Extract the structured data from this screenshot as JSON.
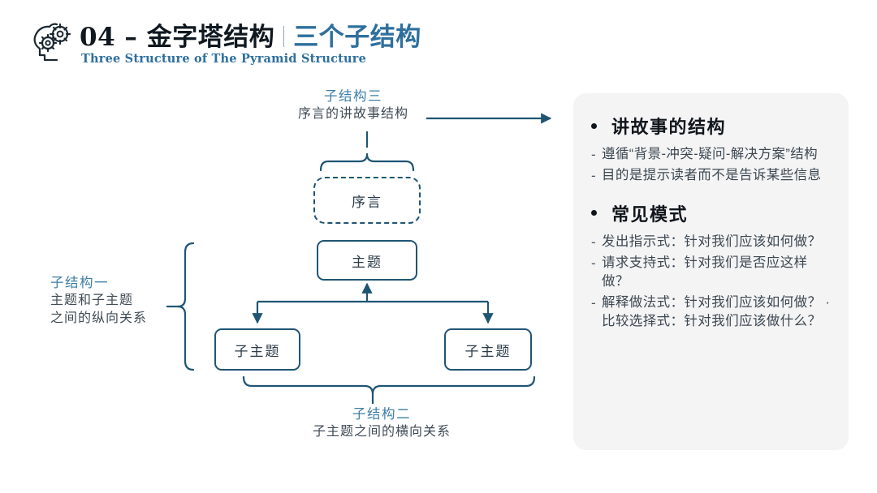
{
  "header": {
    "icon": "head-gears-icon",
    "title_main": "04 – 金字塔结构",
    "title_accent": "三个子结构",
    "subtitle": "Three Structure of  The Pyramid Structure"
  },
  "diagram": {
    "nodes": {
      "preface": "序言",
      "theme": "主题",
      "subtheme_left": "子主题",
      "subtheme_right": "子主题"
    },
    "labels": {
      "top": {
        "title": "子结构三",
        "desc": "序言的讲故事结构"
      },
      "left": {
        "title": "子结构一",
        "desc_line1": "主题和子主题",
        "desc_line2": "之间的纵向关系"
      },
      "bottom": {
        "title": "子结构二",
        "desc": "子主题之间的横向关系"
      }
    }
  },
  "panel": {
    "sections": [
      {
        "heading": "讲故事的结构",
        "items": [
          "遵循“背景-冲突-疑问-解决方案”结构",
          "目的是提示读者而不是告诉某些信息"
        ]
      },
      {
        "heading": "常见模式",
        "items": [
          "发出指示式：针对我们应该如何做？",
          "请求支持式：针对我们是否应这样做？",
          "解释做法式：针对我们应该如何做？ · 比较选择式：针对我们应该做什么？"
        ]
      }
    ]
  },
  "colors": {
    "accent_blue": "#3d7ea6",
    "title_blue": "#2e6f9e",
    "line_navy": "#1f5573",
    "panel_bg": "#f4f4f5",
    "text_dark": "#11161c"
  }
}
